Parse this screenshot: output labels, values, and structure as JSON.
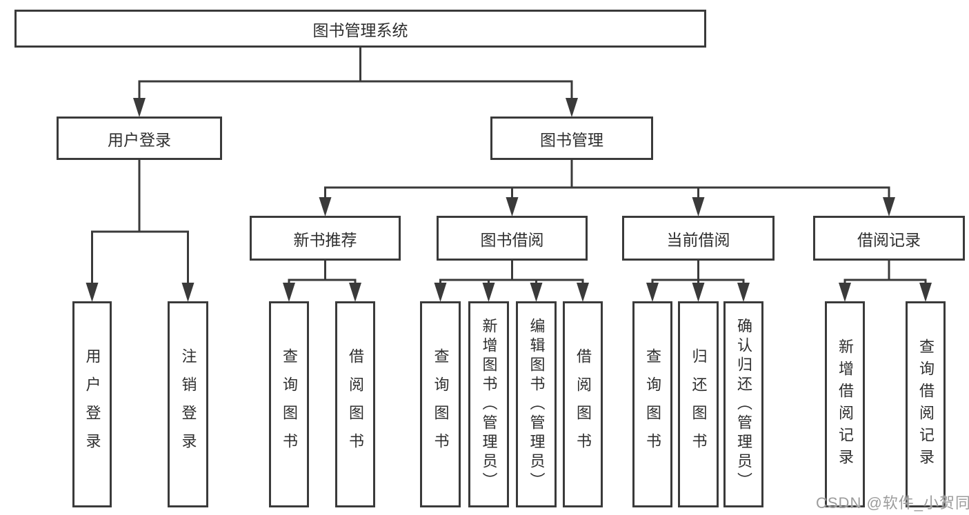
{
  "diagram": {
    "title": "图书管理系统",
    "watermark": "CSDN @软件_小贺同学",
    "colors": {
      "line": "#3a3a3a",
      "text": "#2e2e2e",
      "background": "#ffffff",
      "watermark": "#9c9c9c"
    },
    "nodes": [
      {
        "id": "root",
        "parent": null,
        "label": "图书管理系统"
      },
      {
        "id": "user-login",
        "parent": "root",
        "label": "用户登录"
      },
      {
        "id": "book-mgmt",
        "parent": "root",
        "label": "图书管理"
      },
      {
        "id": "login-v",
        "parent": "user-login",
        "label": "用户登录"
      },
      {
        "id": "logout-v",
        "parent": "user-login",
        "label": "注销登录"
      },
      {
        "id": "new-book-rec",
        "parent": "book-mgmt",
        "label": "新书推荐"
      },
      {
        "id": "book-borrow",
        "parent": "book-mgmt",
        "label": "图书借阅"
      },
      {
        "id": "current-borrow",
        "parent": "book-mgmt",
        "label": "当前借阅"
      },
      {
        "id": "borrow-records",
        "parent": "book-mgmt",
        "label": "借阅记录"
      },
      {
        "id": "nbr-query",
        "parent": "new-book-rec",
        "label": "查询图书"
      },
      {
        "id": "nbr-borrow",
        "parent": "new-book-rec",
        "label": "借阅图书"
      },
      {
        "id": "bb-query",
        "parent": "book-borrow",
        "label": "查询图书"
      },
      {
        "id": "bb-add",
        "parent": "book-borrow",
        "label": "新增图书（管理员）"
      },
      {
        "id": "bb-edit",
        "parent": "book-borrow",
        "label": "编辑图书（管理员）"
      },
      {
        "id": "bb-borrow",
        "parent": "book-borrow",
        "label": "借阅图书"
      },
      {
        "id": "cb-query",
        "parent": "current-borrow",
        "label": "查询图书"
      },
      {
        "id": "cb-return",
        "parent": "current-borrow",
        "label": "归还图书"
      },
      {
        "id": "cb-confirm",
        "parent": "current-borrow",
        "label": "确认归还（管理员）"
      },
      {
        "id": "br-add",
        "parent": "borrow-records",
        "label": "新增借阅记录"
      },
      {
        "id": "br-query",
        "parent": "borrow-records",
        "label": "查询借阅记录"
      }
    ]
  }
}
